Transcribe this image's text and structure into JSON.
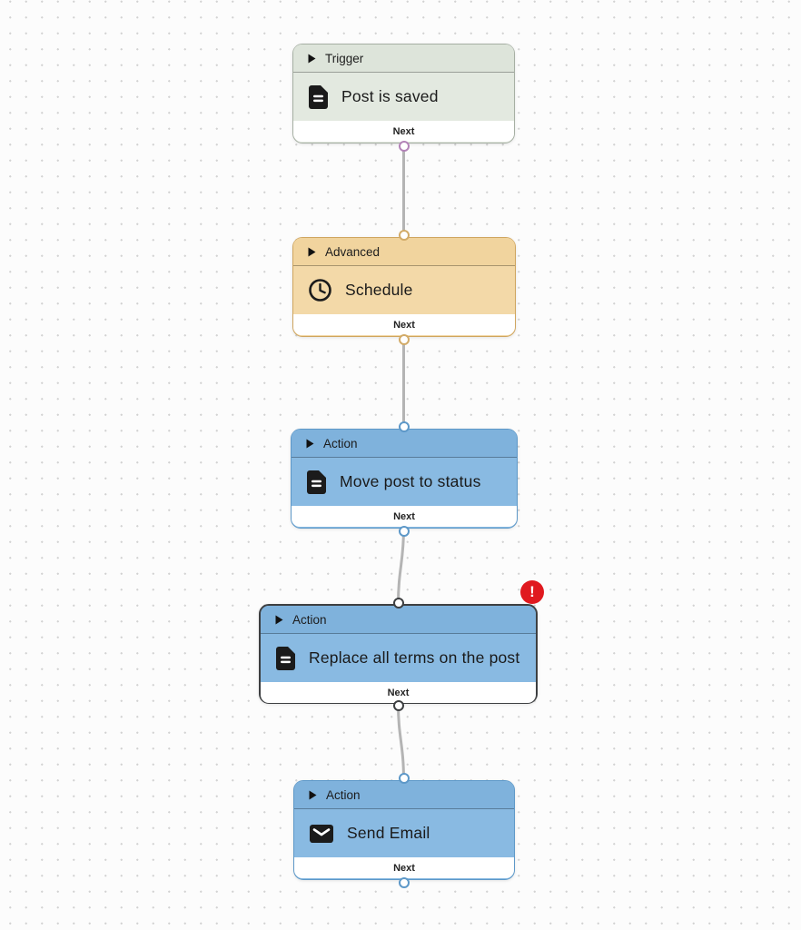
{
  "canvas": {
    "background_color": "#fcfcfc",
    "dot_color": "#d2d2d2",
    "wire_color": "#b4b4b4"
  },
  "nodes": [
    {
      "type_label": "Trigger",
      "title": "Post is saved",
      "icon": "document-icon",
      "footer_label": "Next",
      "colors": {
        "header": "#dde4da",
        "body": "#e3e9e0",
        "border": "#a6afa3",
        "connector": "#b383b8"
      }
    },
    {
      "type_label": "Advanced",
      "title": "Schedule",
      "icon": "clock-icon",
      "footer_label": "Next",
      "colors": {
        "header": "#f1d49e",
        "body": "#f3d9a8",
        "border": "#cfa55e",
        "connector": "#d2ab68"
      }
    },
    {
      "type_label": "Action",
      "title": "Move post to status",
      "icon": "document-icon",
      "footer_label": "Next",
      "colors": {
        "header": "#7fb2dc",
        "body": "#89bae2",
        "border": "#5d98c8",
        "connector": "#5d98c8"
      }
    },
    {
      "type_label": "Action",
      "title": "Replace all terms on the post",
      "icon": "document-icon",
      "footer_label": "Next",
      "colors": {
        "header": "#7fb2dc",
        "body": "#89bae2",
        "border": "#3d3f41",
        "connector": "#3d3f41"
      },
      "error_badge": {
        "glyph": "!",
        "color": "#e0191f"
      }
    },
    {
      "type_label": "Action",
      "title": "Send Email",
      "icon": "envelope-icon",
      "footer_label": "Next",
      "colors": {
        "header": "#7fb2dc",
        "body": "#89bae2",
        "border": "#5d98c8",
        "connector": "#5d98c8"
      }
    }
  ]
}
